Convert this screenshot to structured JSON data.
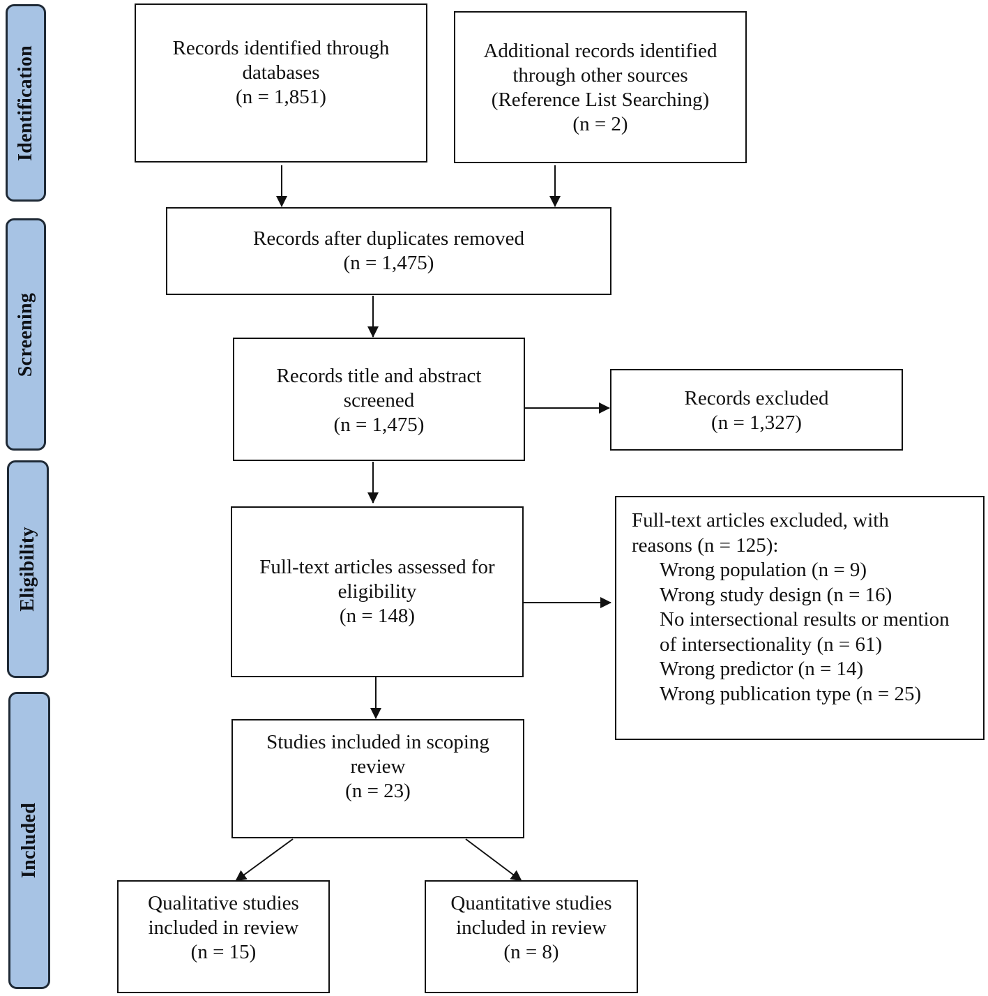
{
  "phases": {
    "identification": "Identification",
    "screening": "Screening",
    "eligibility": "Eligibility",
    "included": "Included"
  },
  "boxes": {
    "databases": {
      "line1": "Records identified through",
      "line2": "databases",
      "count": "(n = 1,851)"
    },
    "other_sources": {
      "line1": "Additional records identified",
      "line2": "through other sources",
      "line3": "(Reference List Searching)",
      "count": "(n = 2)"
    },
    "duplicates_removed": {
      "line1": "Records after duplicates removed",
      "count": "(n = 1,475)"
    },
    "screened": {
      "line1": "Records title and abstract",
      "line2": "screened",
      "count": "(n = 1,475)"
    },
    "records_excluded": {
      "line1": "Records excluded",
      "count": "(n = 1,327)"
    },
    "full_text_assessed": {
      "line1": "Full-text articles assessed for",
      "line2": "eligibility",
      "count": "(n = 148)"
    },
    "full_text_excluded": {
      "line1": "Full-text articles excluded, with",
      "line2": "reasons (n = 125):",
      "reasons": [
        "Wrong population (n = 9)",
        "Wrong study design (n = 16)",
        "No intersectional results or mention",
        "of intersectionality (n = 61)",
        "Wrong predictor (n = 14)",
        "Wrong publication type (n = 25)"
      ]
    },
    "included_review": {
      "line1": "Studies included in scoping",
      "line2": "review",
      "count": "(n = 23)"
    },
    "qualitative": {
      "line1": "Qualitative studies",
      "line2": "included in review",
      "count": "(n = 15)"
    },
    "quantitative": {
      "line1": "Quantitative studies",
      "line2": "included in review",
      "count": "(n = 8)"
    }
  },
  "colors": {
    "phase_fill": "#a7c3e4",
    "phase_border": "#1f2a36",
    "box_border": "#111111",
    "arrow": "#111111"
  }
}
